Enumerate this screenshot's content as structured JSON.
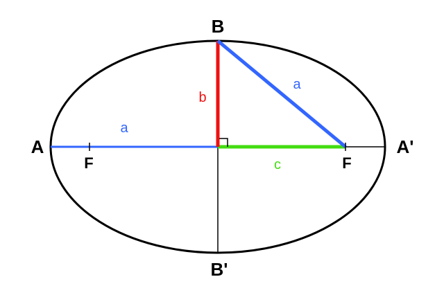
{
  "diagram": {
    "points": {
      "a_left": "A",
      "a_right": "A'",
      "b_top": "B",
      "b_bottom": "B'",
      "focus_left": "F",
      "focus_right": "F"
    },
    "segments": {
      "semi_major_axis_horizontal": "a",
      "semi_major_axis_diagonal": "a",
      "semi_minor_axis": "b",
      "focal_distance": "c"
    },
    "colors": {
      "semi_major_axis": "#3366ff",
      "semi_minor_axis": "#ee1111",
      "focal_distance": "#44dd11",
      "outline": "#000000"
    },
    "right_angle_marker": true
  }
}
